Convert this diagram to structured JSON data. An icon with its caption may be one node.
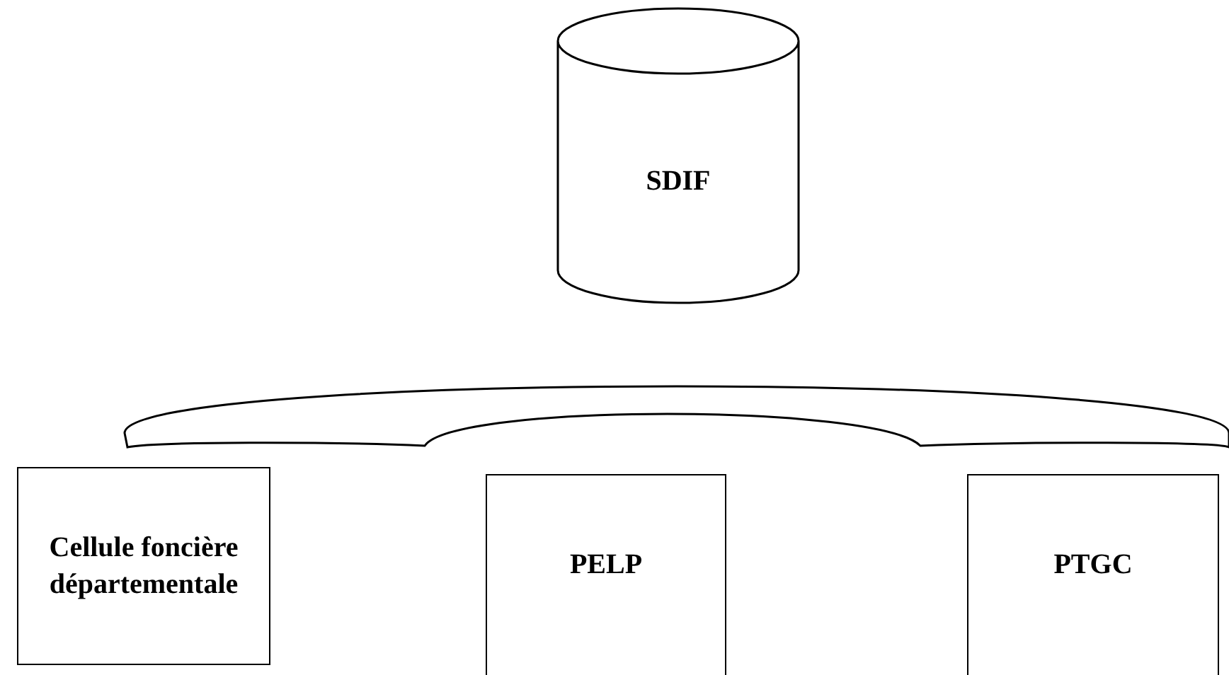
{
  "diagram": {
    "nodes": [
      {
        "text": [
          "SDIF"
        ]
      },
      {
        "text": [
          "Cellule foncière départementale"
        ]
      },
      {
        "text": [
          "PELP"
        ]
      },
      {
        "text": [
          "PTGC"
        ]
      }
    ],
    "edges": []
  }
}
